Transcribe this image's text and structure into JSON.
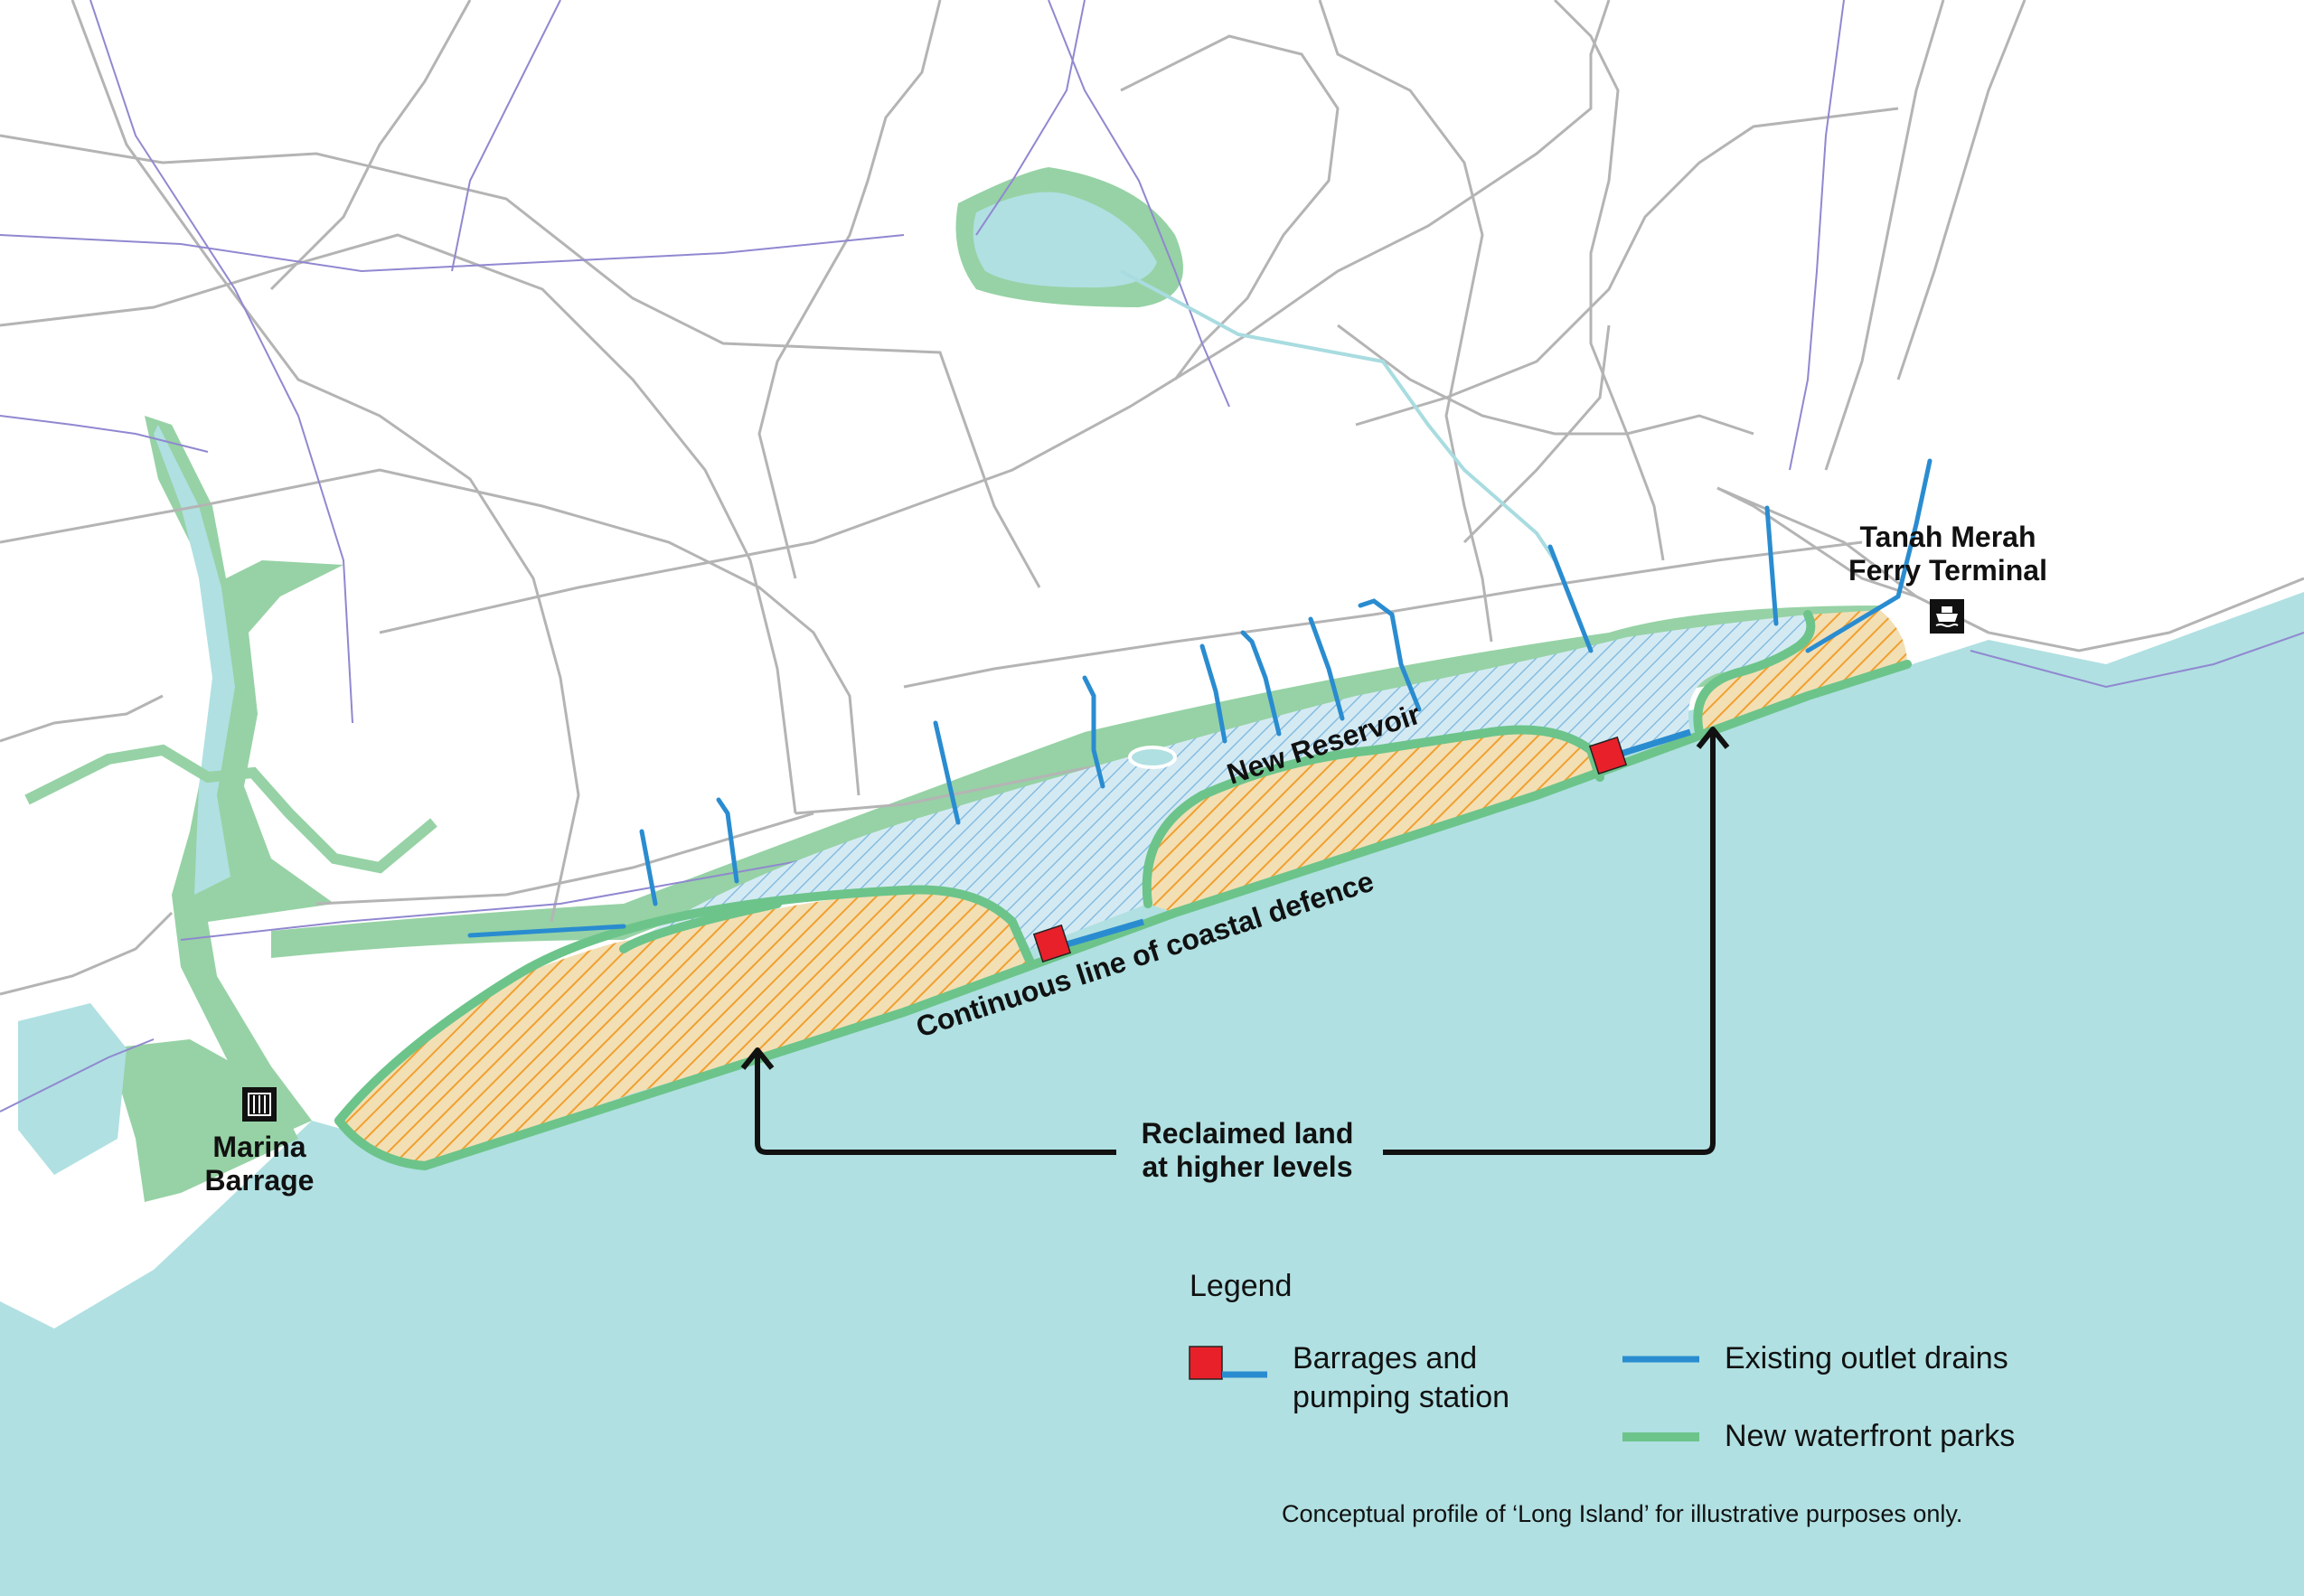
{
  "labels": {
    "new_reservoir": "New Reservoir",
    "coastal_defence": "Continuous line of coastal defence",
    "reclaimed_line1": "Reclaimed land",
    "reclaimed_line2": "at higher levels",
    "tanah_line1": "Tanah Merah",
    "tanah_line2": "Ferry Terminal",
    "marina_line1": "Marina",
    "marina_line2": "Barrage"
  },
  "legend": {
    "title": "Legend",
    "barrage_line1": "Barrages and",
    "barrage_line2": "pumping station",
    "drains": "Existing outlet drains",
    "parks": "New waterfront parks"
  },
  "note": "Conceptual profile of ‘Long Island’ for illustrative purposes only.",
  "colors": {
    "sea": "#b0e0e2",
    "park": "#96d2a5",
    "park_outline": "#6cc48a",
    "drain": "#2a8cd0",
    "barrage": "#e8202a",
    "reclaimed_fill": "#f0d8a8",
    "reclaimed_hatch": "#f0a030",
    "reservoir_fill": "#cfe6f0",
    "reservoir_hatch": "#8cc0e0",
    "road": "#b4b4b4",
    "rail": "#9088d0"
  },
  "icons": {
    "ferry": "ferry-icon",
    "barrage": "barrage-icon"
  }
}
